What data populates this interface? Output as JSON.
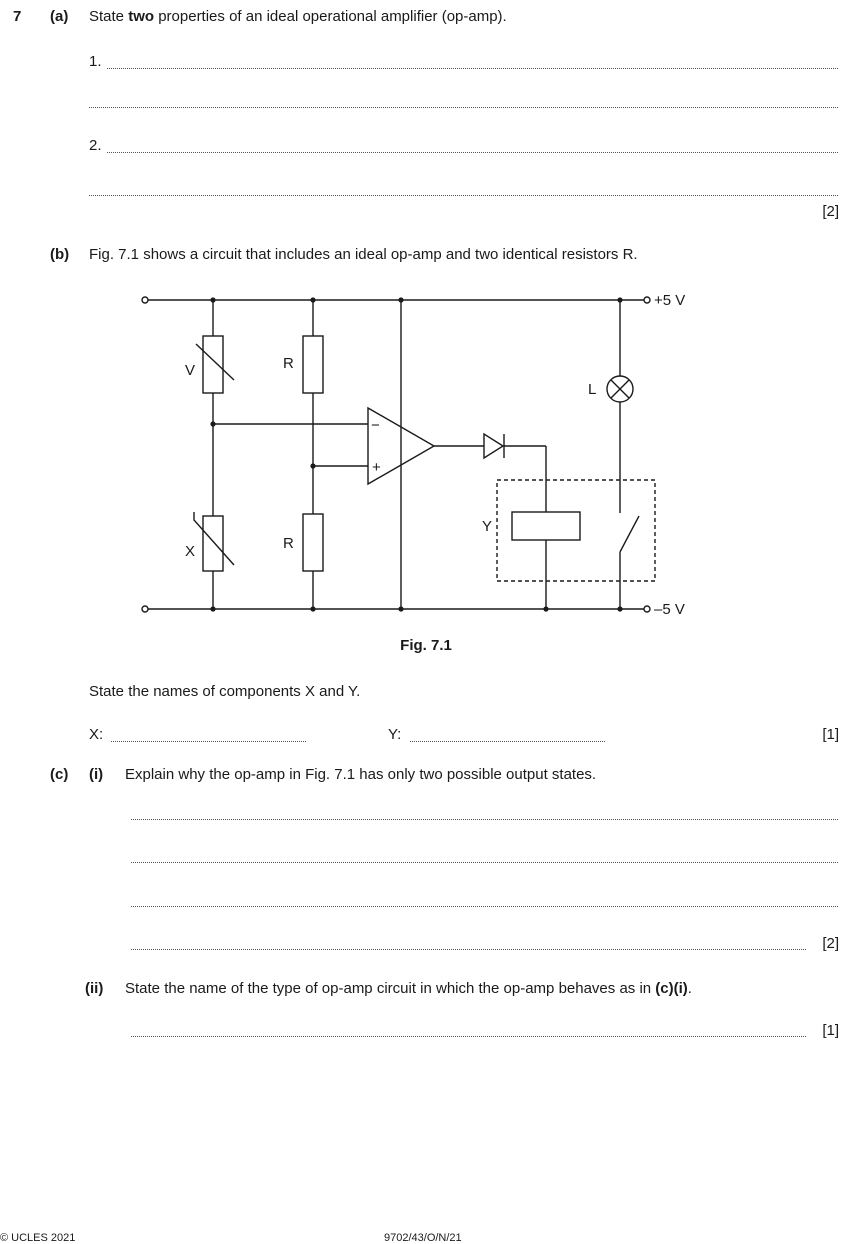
{
  "question": {
    "number": "7",
    "a": {
      "label": "(a)",
      "pre": "State ",
      "bold": "two",
      "post": " properties of an ideal operational amplifier (op-amp).",
      "line1": "1.",
      "line2": "2.",
      "marks": "[2]"
    },
    "b": {
      "label": "(b)",
      "text": "Fig. 7.1 shows a circuit that includes an ideal op-amp and two identical resistors R.",
      "figure": {
        "caption": "Fig. 7.1",
        "labels": {
          "supply_pos": "+5 V",
          "supply_neg": "–5 V",
          "V": "V",
          "R_top": "R",
          "R_bottom": "R",
          "X": "X",
          "Y": "Y",
          "L": "L",
          "minus": "−",
          "plus": "+"
        }
      },
      "prompt": "State the names of components X and Y.",
      "x_label": "X:",
      "y_label": "Y:",
      "marks": "[1]"
    },
    "c": {
      "label": "(c)",
      "i": {
        "label": "(i)",
        "text": "Explain why the op-amp in Fig. 7.1 has only two possible output states.",
        "marks": "[2]"
      },
      "ii": {
        "label": "(ii)",
        "text_pre": "State the name of the type of op-amp circuit in which the op-amp behaves as in ",
        "text_ref": "(c)(i)",
        "text_post": ".",
        "marks": "[1]"
      }
    }
  },
  "footer": {
    "copyright": "© UCLES 2021",
    "code": "9702/43/O/N/21"
  }
}
